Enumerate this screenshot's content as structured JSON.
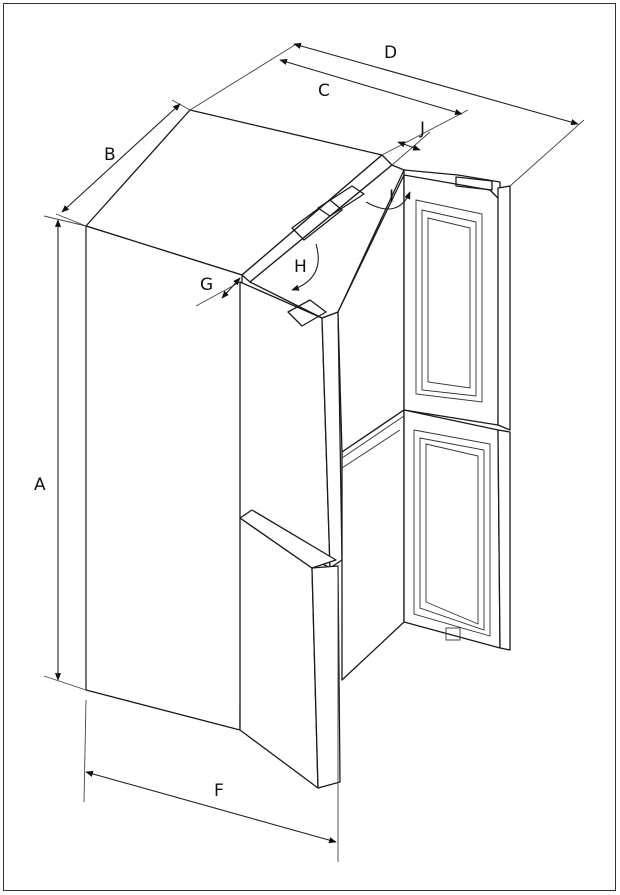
{
  "figure": {
    "labels": {
      "A": "A",
      "B": "B",
      "C": "C",
      "D": "D",
      "F": "F",
      "G": "G",
      "H": "H",
      "I": "I",
      "J": "J"
    }
  }
}
